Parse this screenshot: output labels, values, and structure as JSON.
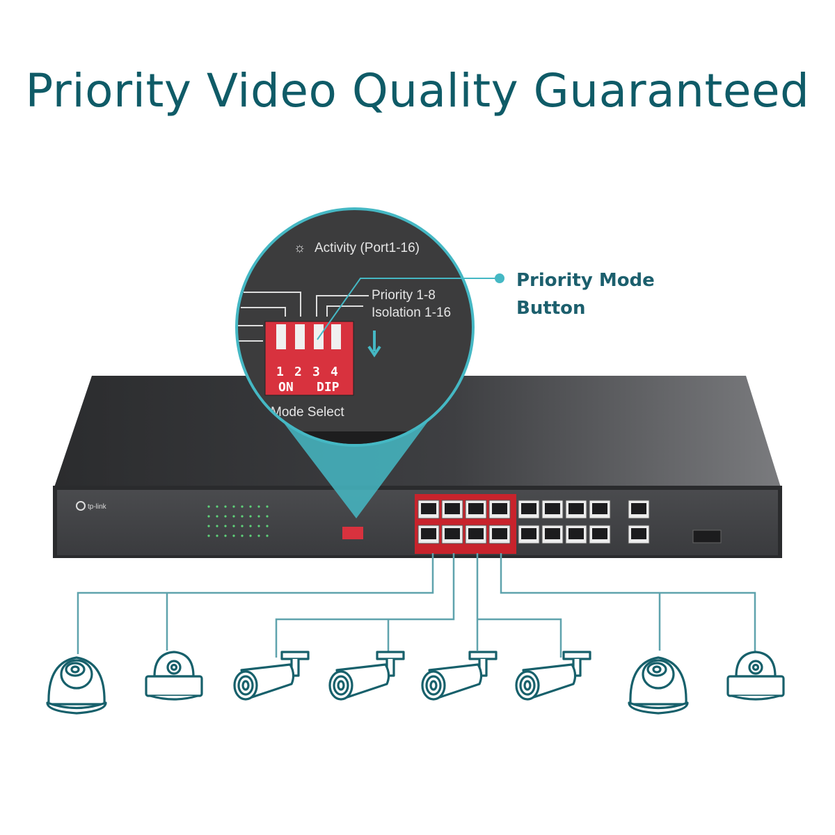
{
  "headline": "Priority Video Quality Guaranteed",
  "callout": {
    "line1": "Priority Mode",
    "line2": "Button"
  },
  "magnifier": {
    "activity_label": "Activity (Port1-16)",
    "priority_label": "Priority 1-8",
    "isolation_label": "Isolation 1-16",
    "dip_numbers": [
      "1",
      "2",
      "3",
      "4"
    ],
    "dip_on": "ON",
    "dip_label": "DIP",
    "mode_select": "Mode Select"
  },
  "colors": {
    "headline": "#0f5b67",
    "accent": "#45b8c4",
    "dip_switch": "#d8323e",
    "priority_ports": "#c8232c",
    "device": "#3a3b3d"
  },
  "device": {
    "brand": "tp-link",
    "priority_port_count": 8,
    "port_count": 16,
    "uplink_count": 2,
    "sfp_count": 1
  },
  "cameras": [
    {
      "type": "dome"
    },
    {
      "type": "dome-flat"
    },
    {
      "type": "bullet"
    },
    {
      "type": "bullet"
    },
    {
      "type": "bullet"
    },
    {
      "type": "bullet"
    },
    {
      "type": "dome"
    },
    {
      "type": "dome-flat"
    }
  ]
}
